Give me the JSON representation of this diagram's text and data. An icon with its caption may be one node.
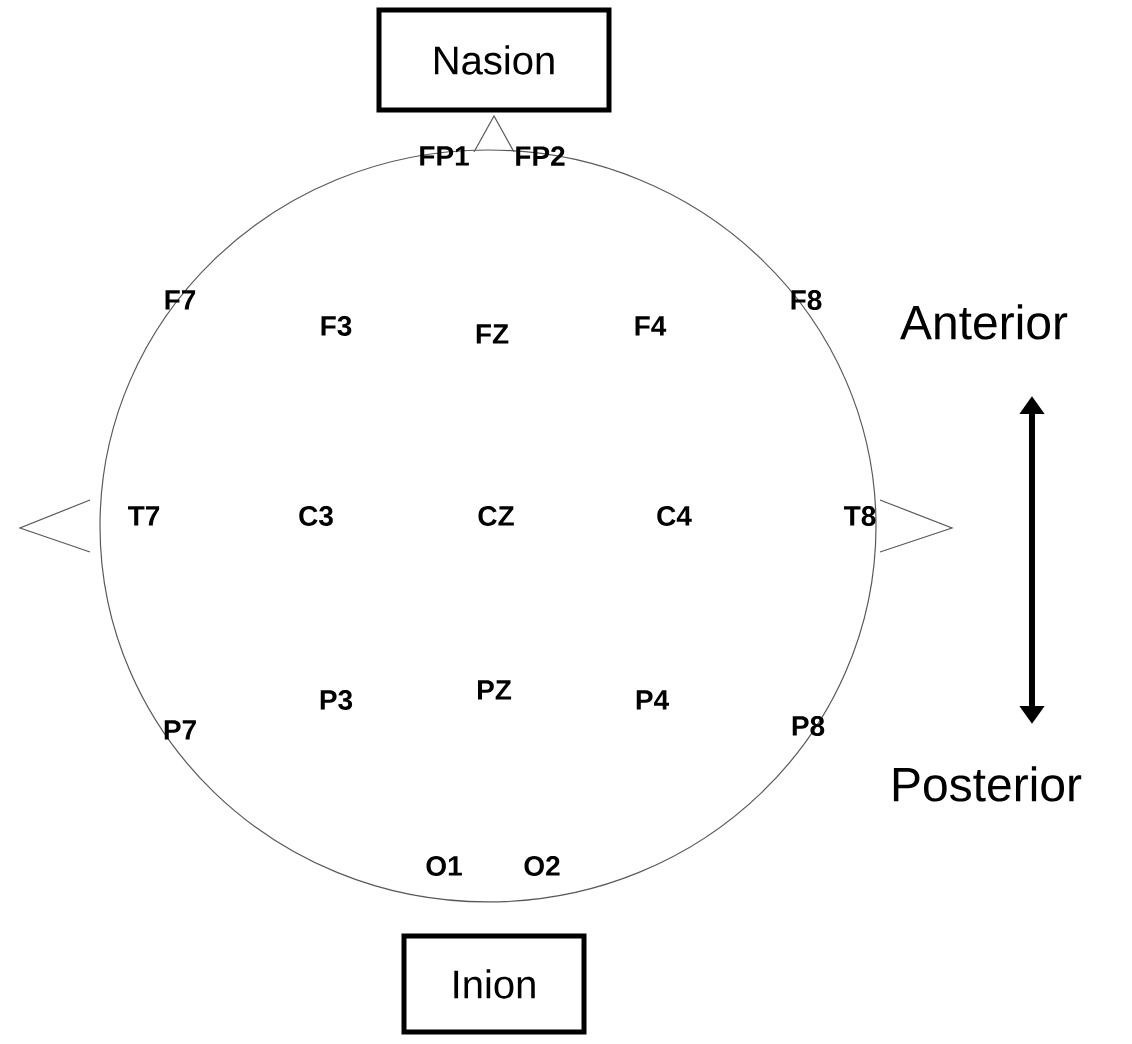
{
  "diagram": {
    "nodes": [
      {
        "text": [
          "Nasion"
        ]
      },
      {
        "text": [
          "Inion"
        ]
      }
    ],
    "edges": [],
    "labels": [
      "FP1",
      "FP2",
      "F7",
      "F3",
      "FZ",
      "F4",
      "F8",
      "Anterior",
      "T7",
      "C3",
      "CZ",
      "C4",
      "T8",
      "PZ",
      "P3",
      "P4",
      "P7",
      "P8",
      "Posterior",
      "O1",
      "O2"
    ]
  }
}
